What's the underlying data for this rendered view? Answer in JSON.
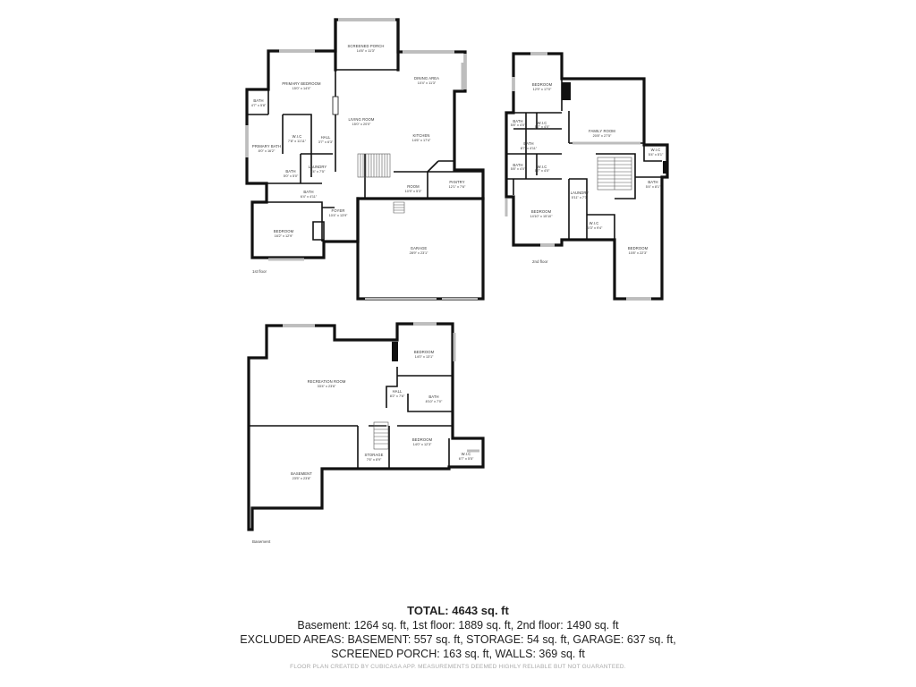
{
  "floors": {
    "first": {
      "label": "1st floor",
      "rooms": [
        {
          "name": "SCREENED PORCH",
          "dim": "14'6\" x 11'3\""
        },
        {
          "name": "PRIMARY BEDROOM",
          "dim": "15'0\" x 14'0\""
        },
        {
          "name": "DINING AREA",
          "dim": "10'4\" x 11'3\""
        },
        {
          "name": "BATH",
          "dim": "4'7\" x 5'8\""
        },
        {
          "name": "LIVING ROOM",
          "dim": "15'0\" x 20'0\""
        },
        {
          "name": "W.I.C",
          "dim": "7'8\" x 11'11\""
        },
        {
          "name": "HALL",
          "dim": "3'7\" x 6'3\""
        },
        {
          "name": "KITCHEN",
          "dim": "14'6\" x 17'4\""
        },
        {
          "name": "PRIMARY BATH",
          "dim": "8'0\" x 16'2\""
        },
        {
          "name": "LAUNDRY",
          "dim": "7'4\" x 7'5\""
        },
        {
          "name": "BATH",
          "dim": "5'0\" x 5'0\""
        },
        {
          "name": "ROOM",
          "dim": "10'9\" x 5'3\""
        },
        {
          "name": "PANTRY",
          "dim": "12'1\" x 7'6\""
        },
        {
          "name": "BATH",
          "dim": "6'4\" x 4'11\""
        },
        {
          "name": "FOYER",
          "dim": "10'4\" x 13'9\""
        },
        {
          "name": "BEDROOM",
          "dim": "16'2\" x 12'9\""
        },
        {
          "name": "GARAGE",
          "dim": "28'9\" x 23'1\""
        }
      ]
    },
    "second": {
      "label": "2nd floor",
      "rooms": [
        {
          "name": "BEDROOM",
          "dim": "12'9\" x 17'0\""
        },
        {
          "name": "BATH",
          "dim": "5'8\" x 4'0\""
        },
        {
          "name": "W.I.C",
          "dim": "5'7\" x 4'0\""
        },
        {
          "name": "FAMILY ROOM",
          "dim": "20'8\" x 27'5\""
        },
        {
          "name": "BATH",
          "dim": "8'7\" x 4'11\""
        },
        {
          "name": "BATH",
          "dim": "5'8\" x 4'0\""
        },
        {
          "name": "W.I.C",
          "dim": "5'7\" x 4'0\""
        },
        {
          "name": "W.I.C",
          "dim": "5'4\" x 5'1\""
        },
        {
          "name": "BATH",
          "dim": "5'4\" x 8'1\""
        },
        {
          "name": "LAUNDRY",
          "dim": "5'11\" x 7'3\""
        },
        {
          "name": "BEDROOM",
          "dim": "14'10\" x 15'10\""
        },
        {
          "name": "W.I.C",
          "dim": "10'3\" x 9'4\""
        },
        {
          "name": "BEDROOM",
          "dim": "10'8\" x 22'3\""
        }
      ]
    },
    "basement": {
      "label": "Basement",
      "rooms": [
        {
          "name": "BEDROOM",
          "dim": "14'0\" x 13'1\""
        },
        {
          "name": "RECREATION ROOM",
          "dim": "33'4\" x 23'6\""
        },
        {
          "name": "HALL",
          "dim": "8'2\" x 7'6\""
        },
        {
          "name": "BATH",
          "dim": "8'10\" x 7'0\""
        },
        {
          "name": "BEDROOM",
          "dim": "14'0\" x 12'3\""
        },
        {
          "name": "STORAGE",
          "dim": "7'6\" x 8'9\""
        },
        {
          "name": "W.I.C",
          "dim": "6'7\" x 5'5\""
        },
        {
          "name": "BASEMENT",
          "dim": "23'5\" x 23'8\""
        }
      ]
    }
  },
  "summary": {
    "total": "TOTAL: 4643 sq. ft",
    "line1": "Basement: 1264 sq. ft, 1st floor: 1889 sq. ft, 2nd floor: 1490 sq. ft",
    "line2": "EXCLUDED AREAS: BASEMENT: 557 sq. ft, STORAGE: 54 sq. ft, GARAGE: 637 sq. ft,",
    "line3": "SCREENED PORCH: 163 sq. ft, WALLS: 369 sq. ft"
  },
  "disclaimer": "FLOOR PLAN CREATED BY CUBICASA APP. MEASUREMENTS DEEMED HIGHLY RELIABLE BUT NOT GUARANTEED."
}
